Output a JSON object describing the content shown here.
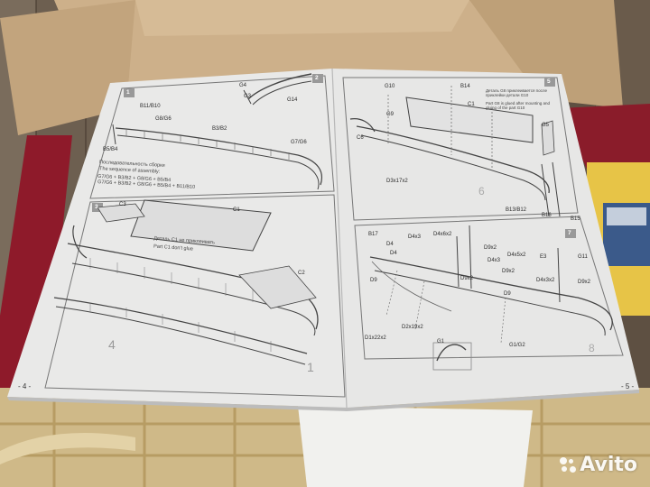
{
  "instructions": {
    "left_page": {
      "page_number": "- 4 -",
      "steps": {
        "s1": "1",
        "s2": "2",
        "s3": "3",
        "s4": "4"
      },
      "parts": {
        "b11_b10": "B11/B10",
        "g8_g6": "G8/G6",
        "b3_b2": "B3/B2",
        "b5_b4": "B5/B4",
        "g7_g6": "G7/G6",
        "g4": "G4",
        "g3": "G3",
        "g14": "G14",
        "c1": "C1",
        "c2": "C2",
        "c3": "C3"
      },
      "notes": {
        "sequence_ru": "Последовательность сборки",
        "sequence_en": "The sequence of assembly:",
        "seq_line1": "G7/G6 + B3/B2 + G8/G6 + B5/B4",
        "seq_line2": "G7/G6 + B3/B2 + G8/G6 + B5/B4 + B11/B10",
        "c1_ru": "Деталь C1 не приклеивать",
        "c1_en": "Part C1 don't glue"
      }
    },
    "right_page": {
      "page_number": "- 5 -",
      "steps": {
        "s5": "5",
        "s6": "6",
        "s7": "7",
        "s8": "8"
      },
      "parts": {
        "g10": "G10",
        "b14": "B14",
        "g9": "G9",
        "c1": "C1",
        "c6": "C6",
        "g5": "G5",
        "d3x17x2": "D3x17x2",
        "b13_b12": "B13/B12",
        "b16": "B16",
        "b15": "B15",
        "b17": "B17",
        "d4x3_a": "D4x3",
        "d4x6x2": "D4x6x2",
        "d9x2_a": "D9x2",
        "d4": "D4",
        "d4_b": "D4",
        "d4x5x2": "D4x5x2",
        "e3": "E3",
        "g11": "G11",
        "d4x3_b": "D4x3",
        "d9x2_b": "D9x2",
        "d9x2_c": "D9x2",
        "d9x2_d": "D9x2",
        "d4x3x2": "D4x3x2",
        "d9_a": "D9",
        "d9_b": "D9",
        "d2x19x2": "D2x19x2",
        "d1x22x2": "D1x22x2",
        "g1": "G1",
        "g1_g2": "G1/G2"
      },
      "notes": {
        "g8_ru": "Деталь G8 приклеивается после приклейки детали G10",
        "g8_en": "Part G8 is glued after mounting and gluing of the part G10"
      }
    }
  },
  "watermark": {
    "brand": "Avito"
  },
  "colors": {
    "paper": "#e9e9e9",
    "cardboard": "#c9ad86",
    "box_red": "#8e1a2a",
    "sprue": "#d9c596",
    "watermark": "#ffffff"
  }
}
